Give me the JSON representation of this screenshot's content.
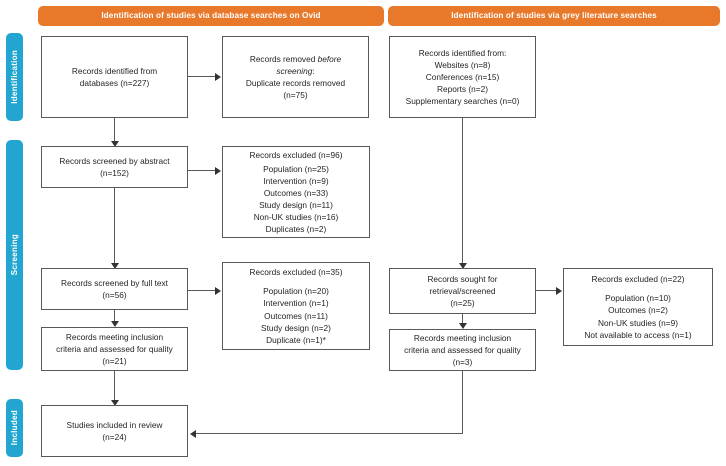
{
  "diagram": {
    "title": "PRISMA 2020 flow diagram",
    "colors": {
      "banner": "#E8792A",
      "stage": "#22A5D1",
      "box_border": "#595959",
      "connector": "#595959",
      "text": "#231f20",
      "background": "#ffffff"
    }
  },
  "banners": [
    {
      "id": "database",
      "label": "Identification of studies via database searches on Ovid"
    },
    {
      "id": "grey",
      "label": "Identification of studies via grey literature searches"
    }
  ],
  "stages": [
    {
      "id": "identification",
      "label": "Identification"
    },
    {
      "id": "screening",
      "label": "Screening"
    },
    {
      "id": "included",
      "label": "Included"
    }
  ],
  "boxes": {
    "records_identified_db": {
      "lines": [
        "Records identified from",
        "databases (n=227)"
      ]
    },
    "records_removed": {
      "line1_a": "Records removed ",
      "line1_b": "before",
      "line2_a": "screening",
      "line2_b": ":",
      "line3": "Duplicate records removed",
      "line4": "(n=75)"
    },
    "records_identified_grey": {
      "lines": [
        "Records identified from:",
        "Websites (n=8)",
        "Conferences (n=15)",
        "Reports (n=2)",
        "Supplementary searches (n=0)"
      ]
    },
    "screened_abstract": {
      "lines": [
        "Records screened by abstract",
        "(n=152)"
      ]
    },
    "excluded_abstract": {
      "header": "Records excluded (n=96)",
      "reasons": [
        "Population (n=25)",
        "Intervention (n=9)",
        "Outcomes (n=33)",
        "Study design (n=11)",
        "Non-UK studies (n=16)",
        "Duplicates (n=2)"
      ]
    },
    "screened_fulltext": {
      "lines": [
        "Records screened by full text",
        "(n=56)"
      ]
    },
    "excluded_fulltext": {
      "header": "Records excluded (n=35)",
      "reasons": [
        "Population (n=20)",
        "Intervention (n=1)",
        "Outcomes (n=11)",
        "Study design (n=2)",
        "Duplicate (n=1)*"
      ]
    },
    "sought_retrieval": {
      "lines": [
        "Records sought for",
        "retrieval/screened",
        "(n=25)"
      ]
    },
    "excluded_grey": {
      "header": "Records excluded  (n=22)",
      "reasons": [
        "Population (n=10)",
        "Outcomes (n=2)",
        "Non-UK studies (n=9)",
        "Not available to access (n=1)"
      ]
    },
    "inclusion_db": {
      "lines": [
        "Records meeting inclusion",
        "criteria and assessed for quality",
        "(n=21)"
      ]
    },
    "inclusion_grey": {
      "lines": [
        "Records meeting inclusion",
        "criteria and assessed for quality",
        "(n=3)"
      ]
    },
    "studies_included": {
      "lines": [
        "Studies included in review",
        "(n=24)"
      ]
    }
  }
}
